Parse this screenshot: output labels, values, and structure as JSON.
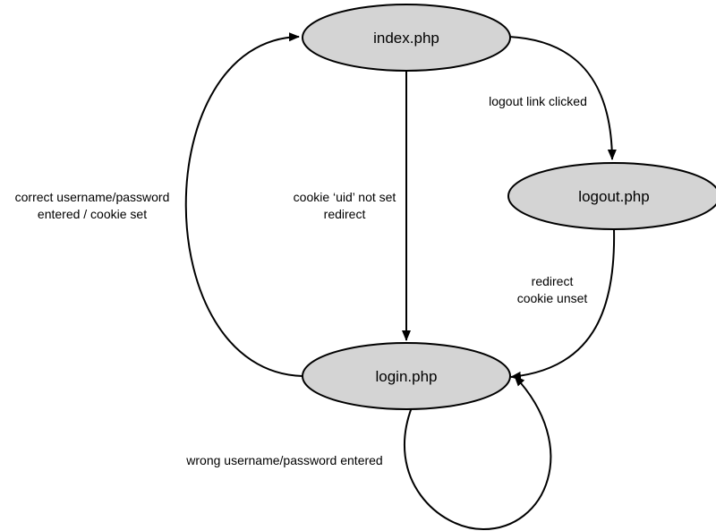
{
  "nodes": {
    "index": "index.php",
    "logout": "logout.php",
    "login": "login.php"
  },
  "edges": {
    "index_to_logout": "logout link clicked",
    "index_to_login": [
      "cookie ‘uid’ not set",
      "redirect"
    ],
    "logout_to_login": [
      "redirect",
      "cookie unset"
    ],
    "login_to_index": [
      "correct username/password",
      "entered / cookie set"
    ],
    "login_self": "wrong username/password entered"
  },
  "colors": {
    "node_fill": "#d4d4d4",
    "stroke": "#000000",
    "background": "#ffffff"
  }
}
